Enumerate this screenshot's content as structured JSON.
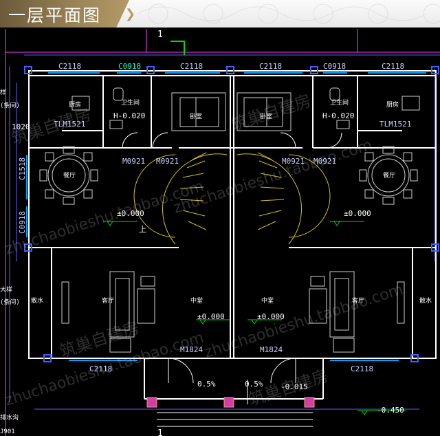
{
  "header": {
    "title": "一层平面图"
  },
  "grid_axis": {
    "top": "1",
    "bottom": "1"
  },
  "windows": {
    "top": [
      "C2118",
      "C0918",
      "C2118",
      "C2118",
      "C0918",
      "C2118"
    ],
    "bottom": [
      "C2118",
      "C2118"
    ],
    "left": [
      "C1518",
      "C0918"
    ]
  },
  "sliding_doors": [
    "TLM1521",
    "TLM1521"
  ],
  "doors": [
    "M0921",
    "M0921",
    "M0921",
    "M0921",
    "M1824",
    "M1824"
  ],
  "rooms": {
    "kitchen": "厨房",
    "bathroom": "卫生间",
    "bedroom": "卧室",
    "dining": "餐厅",
    "living": "客厅",
    "hall": "中堂",
    "apron": "散水"
  },
  "elevations": {
    "bath": "H-0.020",
    "floor": "±0.000",
    "step": "-0.015",
    "outside": "-0.450"
  },
  "slope": "0.5%",
  "stair_label": "上",
  "dimension": "1020",
  "left_notes": [
    "样",
    "(条间)",
    "大样",
    "(条间)",
    "排水沟",
    "J901"
  ],
  "watermarks": [
    "筑巢自建房",
    "zhuchaobieshu.taobao.com"
  ],
  "colors": {
    "background": "#000000",
    "wall": "#ffffff",
    "dimension": "#6060ff",
    "text": "#c8d0ff",
    "stair": "#d8c020",
    "furniture": "#d0d0d0",
    "grid": "#ff40ff",
    "axis": "#00dd00",
    "column": "#ff3030"
  }
}
